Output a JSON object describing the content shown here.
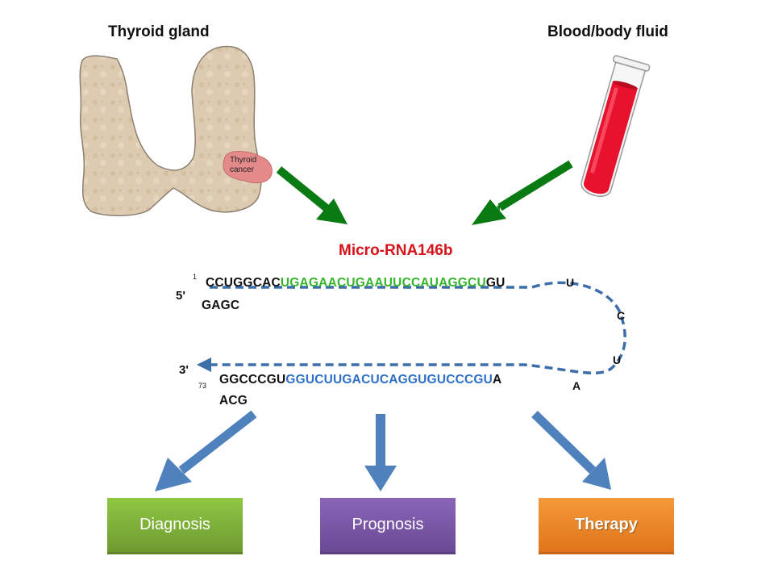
{
  "sources": {
    "thyroid_title": "Thyroid gland",
    "blood_title": "Blood/body fluid",
    "cancer_label_line1": "Thyroid",
    "cancer_label_line2": "cancer"
  },
  "mirna": {
    "name": "Micro-RNA146b",
    "five_prime": "5'",
    "three_prime": "3'",
    "start_index": "1",
    "end_index": "73",
    "top_prefix": "CCUGGCAC",
    "top_mature": "UGAGAACUGAAUUCCAUAGGCU",
    "top_suffix": "GU",
    "top_second_line": "GAGC",
    "bottom_prefix": "GGCCCGU",
    "bottom_mature": "GGUCUUGACUCAGGUGUCCCGU",
    "bottom_suffix": "A",
    "bottom_second_line": "ACG",
    "loop_bases": [
      "U",
      "C",
      "U",
      "A"
    ]
  },
  "outcomes": {
    "diagnosis": "Diagnosis",
    "prognosis": "Prognosis",
    "therapy": "Therapy"
  },
  "colors": {
    "green_arrow": "#0a7a12",
    "blue_arrow": "#4f81bd",
    "mature_top": "#35b52c",
    "mature_bottom": "#2d6fc5",
    "title_red": "#d6131b"
  }
}
